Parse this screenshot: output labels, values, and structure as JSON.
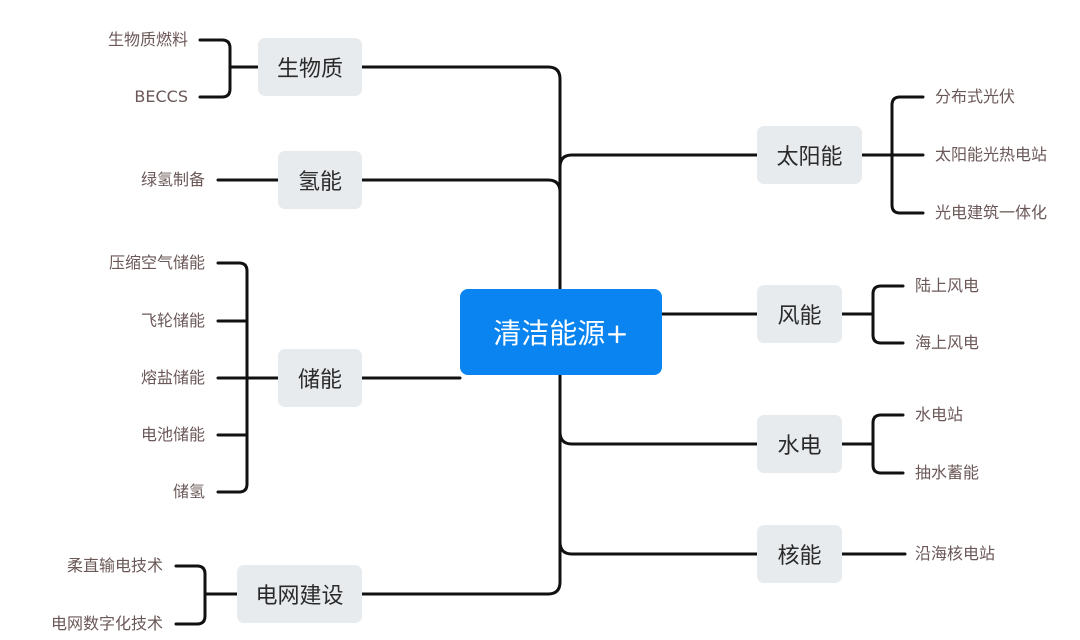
{
  "root": {
    "label": "清洁能源+",
    "color": "#0a84f0"
  },
  "left_branches": [
    {
      "label": "生物质",
      "leaves": [
        "生物质燃料",
        "BECCS"
      ]
    },
    {
      "label": "氢能",
      "leaves": [
        "绿氢制备"
      ]
    },
    {
      "label": "储能",
      "leaves": [
        "压缩空气储能",
        "飞轮储能",
        "熔盐储能",
        "电池储能",
        "储氢"
      ]
    },
    {
      "label": "电网建设",
      "leaves": [
        "柔直输电技术",
        "电网数字化技术"
      ]
    }
  ],
  "right_branches": [
    {
      "label": "太阳能",
      "leaves": [
        "分布式光伏",
        "太阳能光热电站",
        "光电建筑一体化"
      ]
    },
    {
      "label": "风能",
      "leaves": [
        "陆上风电",
        "海上风电"
      ]
    },
    {
      "label": "水电",
      "leaves": [
        "水电站",
        "抽水蓄能"
      ]
    },
    {
      "label": "核能",
      "leaves": [
        "沿海核电站"
      ]
    }
  ]
}
